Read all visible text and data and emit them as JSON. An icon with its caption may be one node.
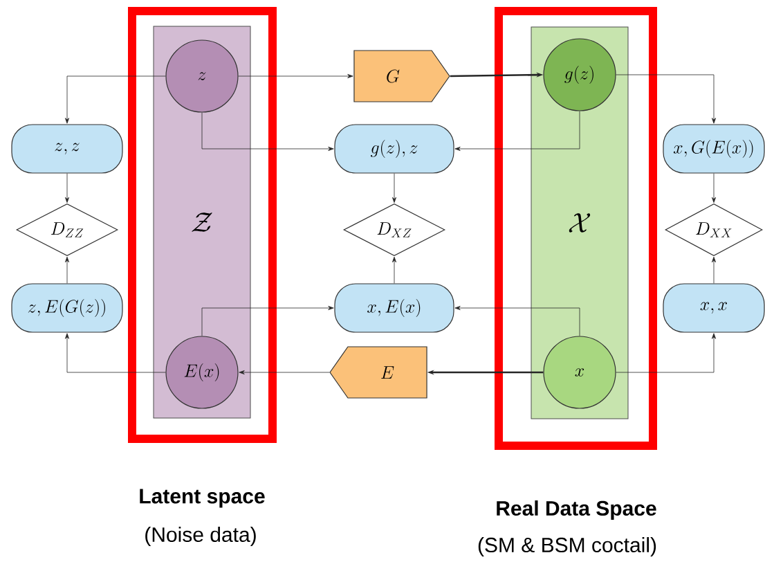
{
  "diagram": {
    "nodes": [
      {
        "text": [],
        "shape": "box",
        "beside": [
          "Latent space",
          "(Noise data)"
        ]
      },
      {
        "text": [
          "\\mathcal{Z}"
        ],
        "in": 0
      },
      {
        "text": [
          "z"
        ],
        "in": 1
      },
      {
        "text": [
          "E(x)"
        ],
        "in": 1
      },
      {
        "text": [],
        "shape": "box",
        "beside": [
          "Real Data Space",
          "(SM & BSM coctail)"
        ]
      },
      {
        "text": [
          "\\mathcal{X}"
        ],
        "in": 4
      },
      {
        "text": [
          "g(z)"
        ],
        "in": 5
      },
      {
        "text": [
          "x"
        ],
        "in": 5
      },
      {
        "text": [
          "G"
        ]
      },
      {
        "text": [
          "E"
        ]
      },
      {
        "text": [
          "z, z"
        ]
      },
      {
        "text": [
          "D_{ZZ}"
        ]
      },
      {
        "text": [
          "z, E(G(z))"
        ]
      },
      {
        "text": [
          "g(z), z"
        ]
      },
      {
        "text": [
          "D_{XZ}"
        ]
      },
      {
        "text": [
          "x, E(x)"
        ]
      },
      {
        "text": [
          "x, G(E(x))"
        ]
      },
      {
        "text": [
          "D_{XX}"
        ]
      },
      {
        "text": [
          "x, x"
        ]
      }
    ],
    "edges": [
      {
        "from": 2,
        "to": 8,
        "arrow": "to"
      },
      {
        "from": 8,
        "to": 6,
        "arrow": "to",
        "style": "thick"
      },
      {
        "from": 2,
        "to": 10,
        "arrow": "to"
      },
      {
        "from": 6,
        "to": 16,
        "arrow": "to"
      },
      {
        "from": 2,
        "to": 13,
        "arrow": "to"
      },
      {
        "from": 6,
        "to": 13,
        "arrow": "to"
      },
      {
        "from": 10,
        "to": 11,
        "arrow": "to"
      },
      {
        "from": 12,
        "to": 11,
        "arrow": "to"
      },
      {
        "from": 13,
        "to": 14,
        "arrow": "to"
      },
      {
        "from": 15,
        "to": 14,
        "arrow": "to"
      },
      {
        "from": 16,
        "to": 17,
        "arrow": "to"
      },
      {
        "from": 18,
        "to": 17,
        "arrow": "to"
      },
      {
        "from": 3,
        "to": 15,
        "arrow": "to"
      },
      {
        "from": 7,
        "to": 15,
        "arrow": "to"
      },
      {
        "from": 7,
        "to": 9,
        "arrow": "to",
        "style": "thick"
      },
      {
        "from": 9,
        "to": 3,
        "arrow": "to"
      },
      {
        "from": 3,
        "to": 12,
        "arrow": "to"
      },
      {
        "from": 7,
        "to": 18,
        "arrow": "to"
      }
    ]
  }
}
